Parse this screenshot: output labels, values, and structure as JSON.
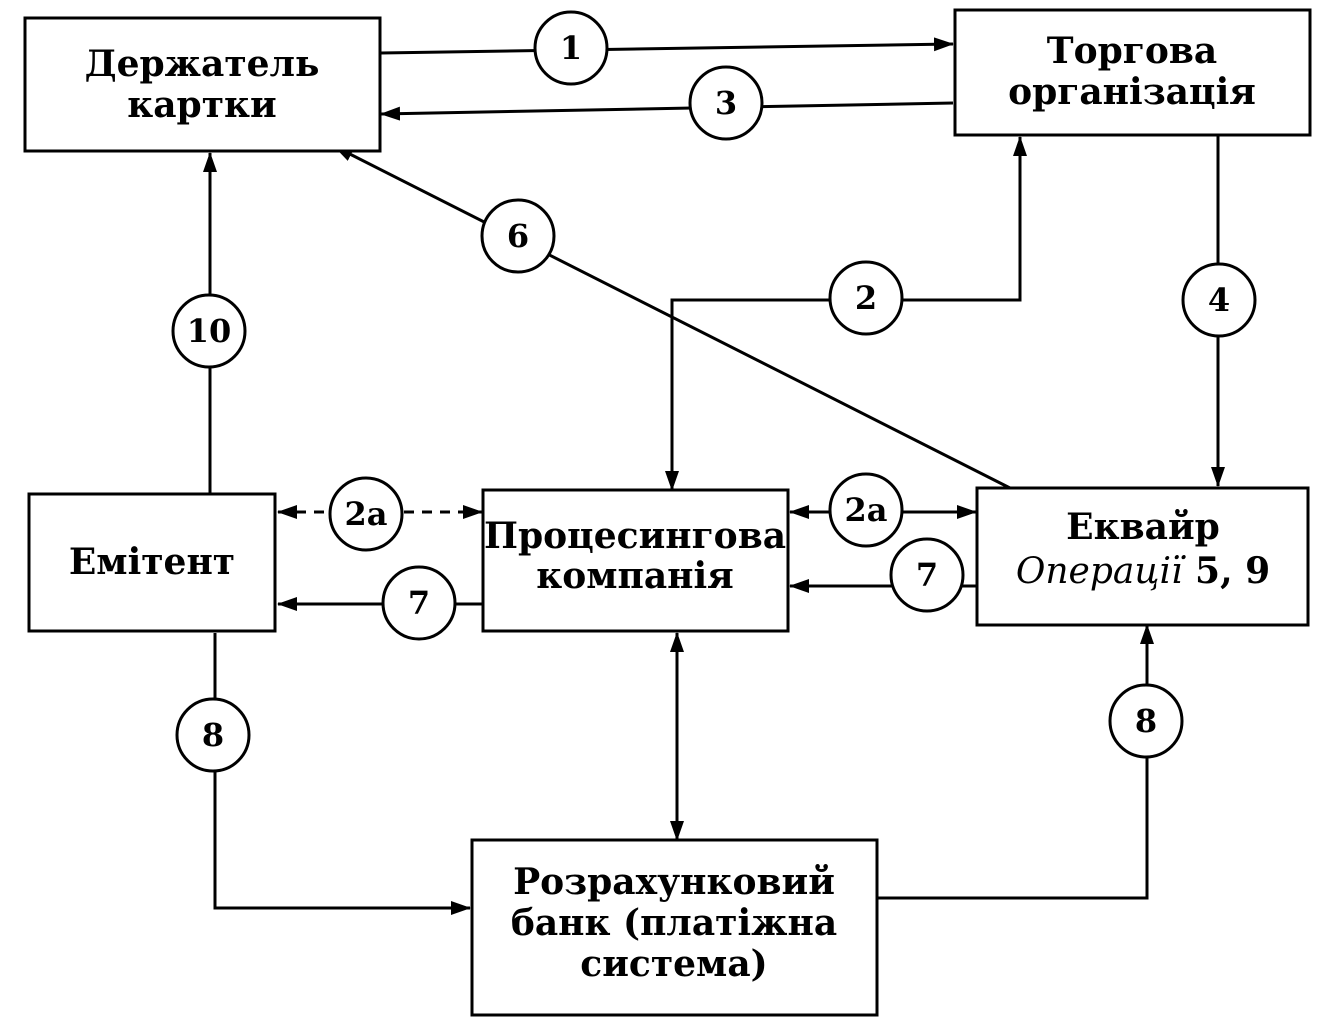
{
  "nodes": {
    "cardholder": {
      "line1": "Держатель",
      "line2": "картки"
    },
    "merchant": {
      "line1": "Торгова",
      "line2": "організація"
    },
    "issuer": {
      "line1": "Емітент"
    },
    "processing": {
      "line1": "Процесингова",
      "line2": "компанія"
    },
    "acquirer": {
      "line1": "Еквайр",
      "line2_italic": "Операції",
      "line2_bold": " 5, 9"
    },
    "settlement": {
      "line1": "Розрахунковий",
      "line2": "банк (платіжна",
      "line3": "система)"
    }
  },
  "steps": {
    "s1": "1",
    "s2": "2",
    "s2a_left": "2a",
    "s2a_right": "2a",
    "s3": "3",
    "s4": "4",
    "s6": "6",
    "s7_left": "7",
    "s7_right": "7",
    "s8_left": "8",
    "s8_right": "8",
    "s10": "10"
  }
}
